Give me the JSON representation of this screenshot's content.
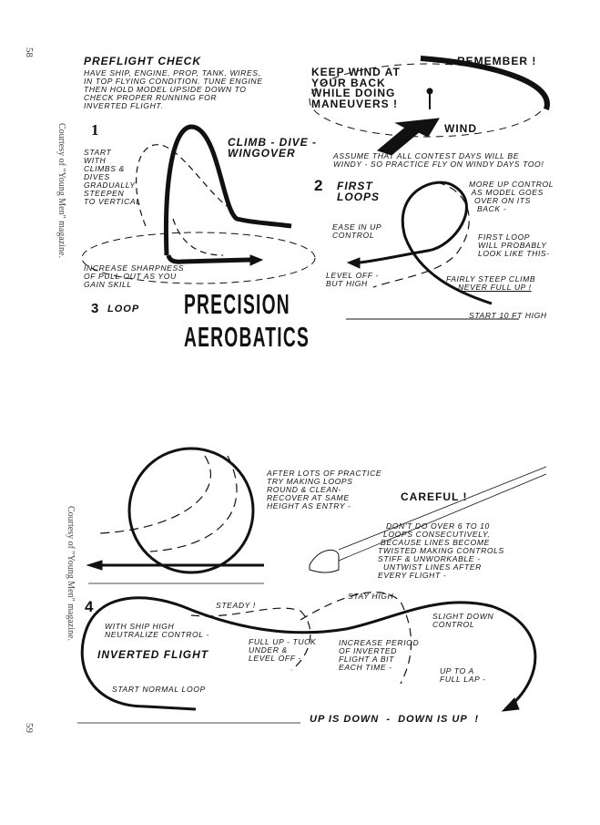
{
  "page_numbers": {
    "top": "58",
    "bottom": "59"
  },
  "credits": {
    "top": "Courtesy of \"Young Men\" magazine.",
    "bottom": "Courtesy of \"Young Men\" magazine."
  },
  "preflight": {
    "title": "PREFLIGHT CHECK",
    "body": "HAVE SHIP, ENGINE, PROP, TANK, WIRES,\nIN TOP FLYING CONDITION. TUNE ENGINE\nTHEN HOLD MODEL UPSIDE DOWN TO\nCHECK PROPER RUNNING FOR\nINVERTED FLIGHT."
  },
  "wind": {
    "remember": "REMEMBER !",
    "keep": "KEEP WIND AT\nYOUR BACK\nWHILE DOING\nMANEUVERS !",
    "wind_label": "WIND",
    "assume": "ASSUME THAT ALL CONTEST DAYS WILL BE\nWINDY - SO PRACTICE FLY ON WINDY DAYS TOO!"
  },
  "section1": {
    "number": "1",
    "title": "CLIMB - DIVE -\nWINGOVER",
    "start": "START\nWITH\nCLIMBS &\nDIVES\nGRADUALLY\nSTEEPEN\nTO VERTICAL",
    "increase": "INCREASE SHARPNESS\nOF PULL-OUT AS YOU\nGAIN SKILL"
  },
  "section2": {
    "number": "2",
    "title": "FIRST\nLOOPS",
    "more_up": "MORE UP CONTROL\n AS MODEL GOES\n  OVER ON ITS\n   BACK -",
    "ease": "EASE IN UP\nCONTROL",
    "first_loop": "FIRST LOOP\nWILL PROBABLY\nLOOK LIKE THIS-",
    "level": "LEVEL OFF -\nBUT HIGH",
    "steep": "FAIRLY STEEP CLIMB",
    "never": "NEVER FULL UP !",
    "start": "START 10 FT HIGH"
  },
  "section3": {
    "number": "3",
    "title": "LOOP",
    "after": "AFTER LOTS OF PRACTICE\nTRY MAKING LOOPS\nROUND & CLEAN-\nRECOVER AT SAME\nHEIGHT AS ENTRY -"
  },
  "headline": {
    "line1": "PRECISION",
    "line2": "AEROBATICS"
  },
  "careful": {
    "title": "CAREFUL !",
    "body": "   DON'T DO OVER 6 TO 10\n  LOOPS CONSECUTIVELY,\n BECAUSE LINES BECOME\nTWISTED MAKING CONTROLS\nSTIFF & UNWORKABLE -\n  UNTWIST LINES AFTER\nEVERY FLIGHT -"
  },
  "section4": {
    "number": "4",
    "title": "INVERTED FLIGHT",
    "neutralize": "WITH SHIP HIGH\nNEUTRALIZE CONTROL -",
    "steady": "STEADY !",
    "stay_high": "STAY HIGH",
    "full_up": "FULL UP - TUCK\nUNDER &\nLEVEL OFF -",
    "increase": "INCREASE PERIOD\nOF INVERTED\nFLIGHT A BIT\nEACH TIME -",
    "slight": "SLIGHT DOWN\nCONTROL",
    "up_to": "UP TO A\nFULL LAP -",
    "start": "START NORMAL LOOP",
    "motto": "UP IS DOWN  -  DOWN IS UP  !"
  }
}
